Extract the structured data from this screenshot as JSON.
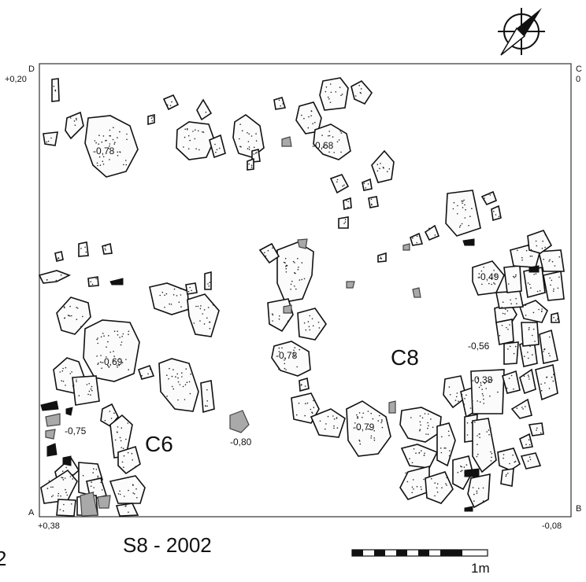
{
  "corners": {
    "d_letter": "D",
    "d_value": "+0,20",
    "c_letter": "C",
    "c_value": "0",
    "a_letter": "A",
    "a_value": "+0,38",
    "b_letter": "B",
    "b_value": "-0,08"
  },
  "structures": {
    "c6": "C6",
    "c8": "C8"
  },
  "elevations": [
    "-0,78",
    "-0,68",
    "-0,49",
    "-0,56",
    "-0,38",
    "-0,69",
    "-0,78",
    "-0,75",
    "-0,80",
    "-0,79"
  ],
  "title": "S8 - 2002",
  "scale_label": "1m",
  "edge_text": "2",
  "north_arrow": "north-arrow-icon"
}
